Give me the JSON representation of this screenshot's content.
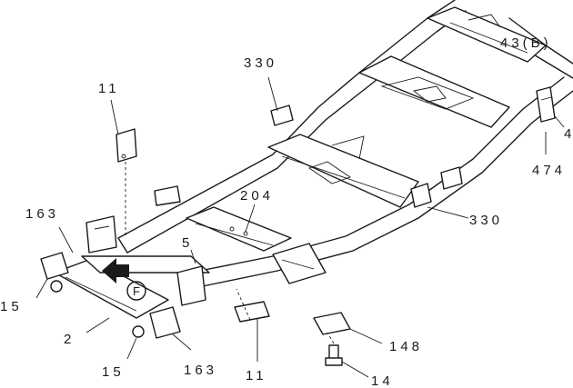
{
  "callouts": {
    "c330_top": "330",
    "c11_top": "11",
    "c43b": "43(B)",
    "c474": "474",
    "c4": "4",
    "c163_left": "163",
    "c204": "204",
    "c330_right": "330",
    "c5": "5",
    "c15_left": "15",
    "c2": "2",
    "c148": "148",
    "c15_bottom": "15",
    "c163_bottom": "163",
    "c11_bottom": "11",
    "c14": "14"
  },
  "front_marker": "F",
  "colors": {
    "ink": "#1a1a1a",
    "background": "#ffffff"
  }
}
